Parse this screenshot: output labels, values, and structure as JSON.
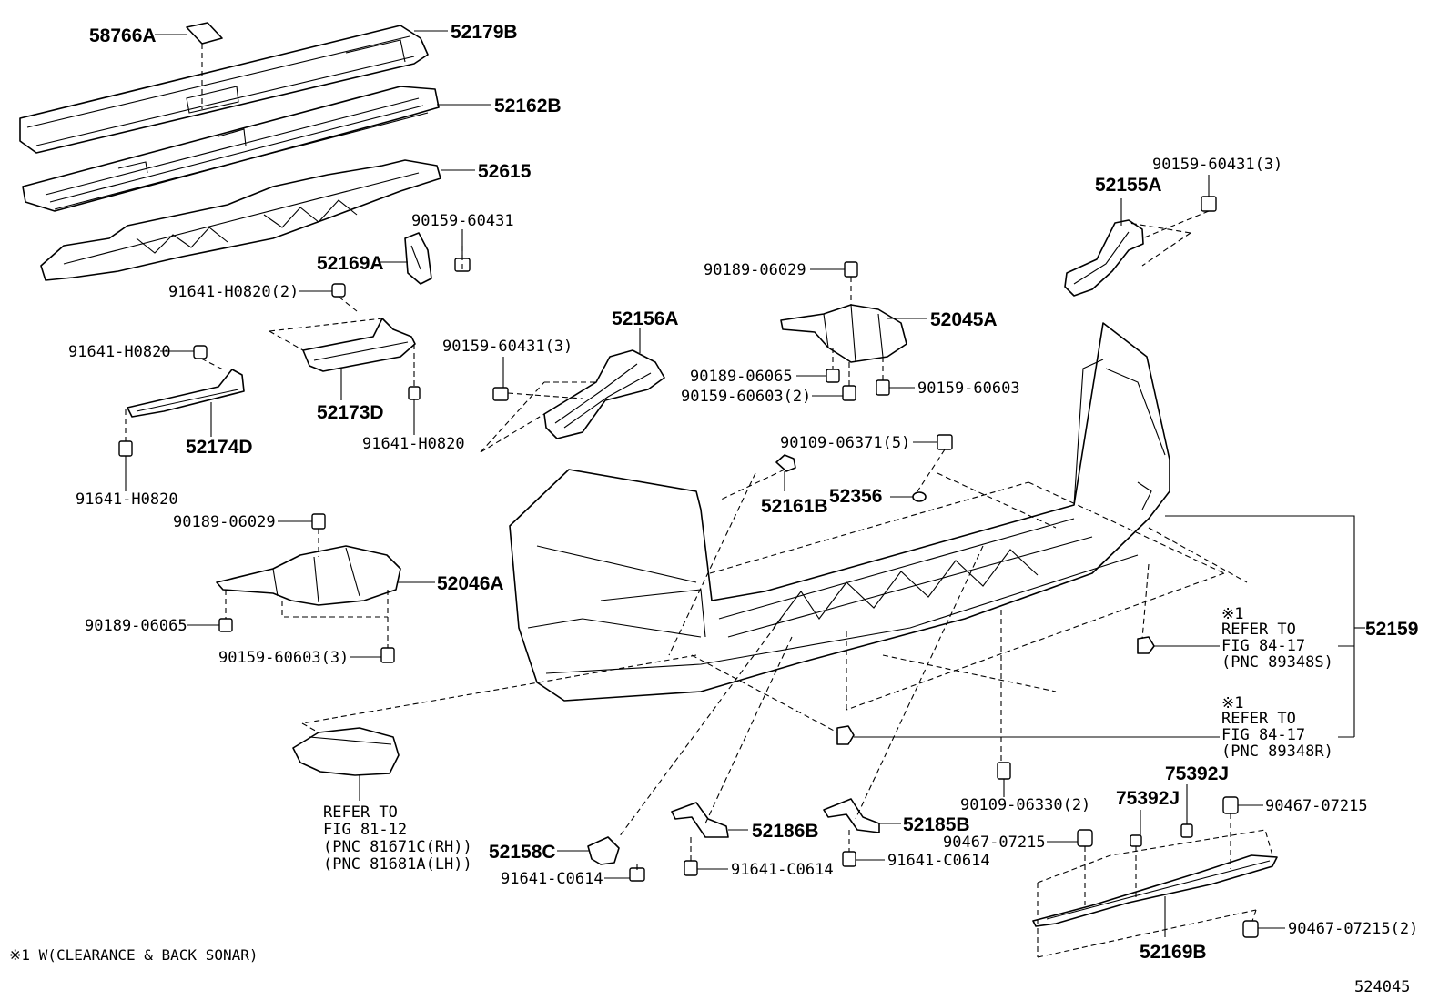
{
  "labels": {
    "p58766A": "58766A",
    "p52179B": "52179B",
    "p52162B": "52162B",
    "p52615": "52615",
    "p90159_60431_a": "90159-60431",
    "p52169A": "52169A",
    "p91641_H0820_2": "91641-H0820(2)",
    "p91641_H0820_a": "91641-H0820",
    "p52173D": "52173D",
    "p52174D": "52174D",
    "p91641_H0820_b": "91641-H0820",
    "p91641_H0820_c": "91641-H0820",
    "p90189_06029_a": "90189-06029",
    "p52046A": "52046A",
    "p90189_06065_a": "90189-06065",
    "p90159_60603_3": "90159-60603(3)",
    "p90159_60431_3a": "90159-60431(3)",
    "p52156A": "52156A",
    "p90189_06029_b": "90189-06029",
    "p52045A": "52045A",
    "p90189_06065_b": "90189-06065",
    "p90159_60603_2": "90159-60603(2)",
    "p90159_60603": "90159-60603",
    "p90109_06371_5": "90109-06371(5)",
    "p52161B": "52161B",
    "p52356": "52356",
    "p90159_60431_3b": "90159-60431(3)",
    "p52155A": "52155A",
    "p52159": "52159",
    "p90109_06330_2": "90109-06330(2)",
    "p52158C": "52158C",
    "p91641_C0614_a": "91641-C0614",
    "p52186B": "52186B",
    "p91641_C0614_b": "91641-C0614",
    "p52185B": "52185B",
    "p91641_C0614_c": "91641-C0614",
    "p75392J_a": "75392J",
    "p75392J_b": "75392J",
    "p90467_07215_a": "90467-07215",
    "p90467_07215_b": "90467-07215",
    "p90467_07215_2": "90467-07215(2)",
    "p52169B": "52169B"
  },
  "refer_note_1": {
    "mark": "※1",
    "line1": "REFER TO",
    "line2": "FIG 84-17",
    "line3": "(PNC 89348S)"
  },
  "refer_note_2": {
    "mark": "※1",
    "line1": "REFER TO",
    "line2": "FIG 84-17",
    "line3": "(PNC 89348R)"
  },
  "refer_note_3": {
    "line1": "REFER TO",
    "line2": "FIG 81-12",
    "line3": "(PNC 81671C(RH))",
    "line4": "(PNC 81681A(LH))"
  },
  "footnote": "※1 W(CLEARANCE & BACK SONAR)",
  "figure_number": "524045"
}
